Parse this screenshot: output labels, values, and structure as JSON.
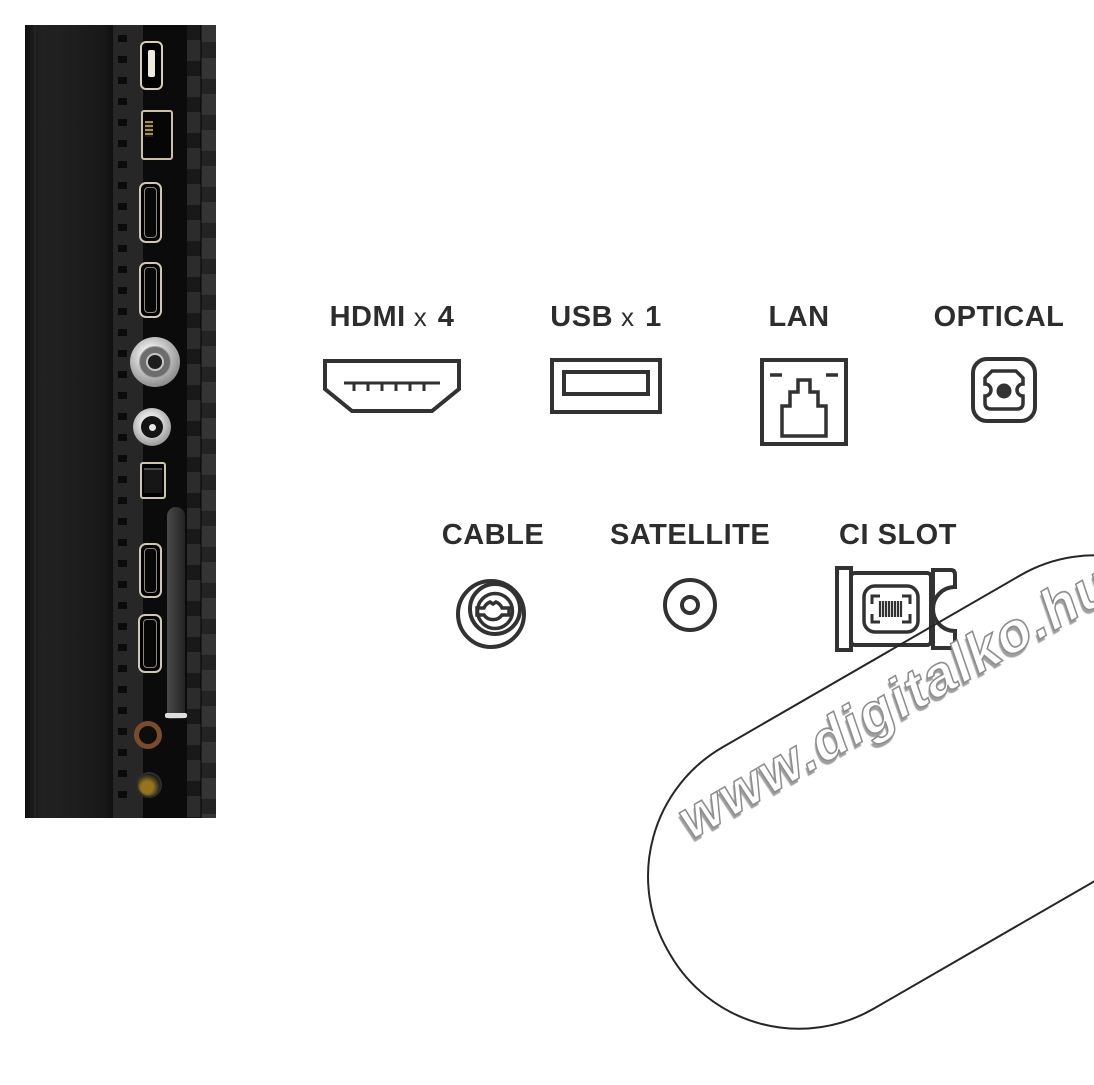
{
  "colors": {
    "background": "#ffffff",
    "label_text": "#2d2d2d",
    "icon_stroke": "#323232",
    "port_trim": "#d2c7b4"
  },
  "connectors": {
    "row1": [
      {
        "name": "HDMI",
        "times": "x",
        "count": "4",
        "icon": "hdmi-connector-icon"
      },
      {
        "name": "USB",
        "times": "x",
        "count": "1",
        "icon": "usb-connector-icon"
      },
      {
        "name": "LAN",
        "icon": "lan-connector-icon"
      },
      {
        "name": "OPTICAL",
        "icon": "optical-connector-icon"
      }
    ],
    "row2": [
      {
        "name": "CABLE",
        "icon": "cable-connector-icon"
      },
      {
        "name": "SATELLITE",
        "icon": "satellite-connector-icon"
      },
      {
        "name": "CI SLOT",
        "icon": "ci-slot-icon"
      }
    ]
  },
  "tv_photo": {
    "ports_top_to_bottom": [
      "usb-port",
      "lan-port",
      "hdmi-port",
      "hdmi-port",
      "antenna-coax-port",
      "satellite-f-connector-port",
      "optical-audio-port",
      "ci-slot-groove",
      "hdmi-port",
      "hdmi-port",
      "av-jack",
      "headphone-jack"
    ]
  },
  "watermark": {
    "text": "www.digitalko.hu"
  }
}
